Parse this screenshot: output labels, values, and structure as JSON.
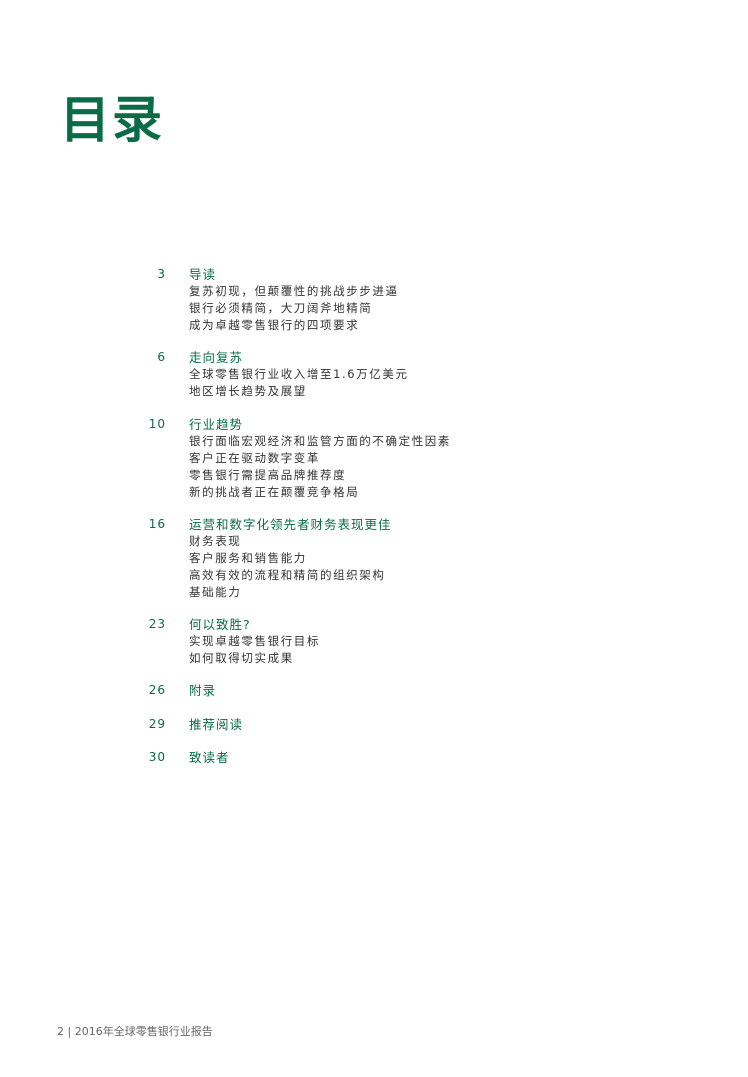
{
  "title": "目录",
  "sections": [
    {
      "page": "3",
      "title": "导读",
      "items": [
        "复苏初现，但颠覆性的挑战步步进逼",
        "银行必须精简，大刀阔斧地精简",
        "成为卓越零售银行的四项要求"
      ]
    },
    {
      "page": "6",
      "title": "走向复苏",
      "items": [
        "全球零售银行业收入增至1.6万亿美元",
        "地区增长趋势及展望"
      ]
    },
    {
      "page": "10",
      "title": "行业趋势",
      "items": [
        "银行面临宏观经济和监管方面的不确定性因素",
        "客户正在驱动数字变革",
        "零售银行需提高品牌推荐度",
        "新的挑战者正在颠覆竞争格局"
      ]
    },
    {
      "page": "16",
      "title": "运营和数字化领先者财务表现更佳",
      "items": [
        "财务表现",
        "客户服务和销售能力",
        "高效有效的流程和精简的组织架构",
        "基础能力"
      ]
    },
    {
      "page": "23",
      "title": "何以致胜?",
      "items": [
        "实现卓越零售银行目标",
        "如何取得切实成果"
      ]
    },
    {
      "page": "26",
      "title": "附录",
      "items": []
    },
    {
      "page": "29",
      "title": "推荐阅读",
      "items": []
    },
    {
      "page": "30",
      "title": "致读者",
      "items": []
    }
  ],
  "footer": "2 | 2016年全球零售银行业报告",
  "colors": {
    "accent": "#0b6b46"
  }
}
